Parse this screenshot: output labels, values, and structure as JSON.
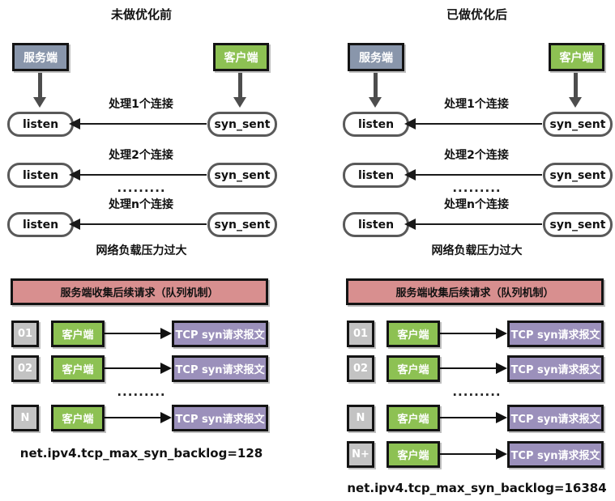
{
  "colors": {
    "server_box": "#8996ab",
    "client_box": "#8dc153",
    "banner": "#d88f8f",
    "packet_box": "#9b90bb",
    "queue_num_box": "#c3c3c3",
    "pill_border": "#595959",
    "arrow_gray": "#4d4d4d",
    "arrow_black": "#1a1a1a"
  },
  "panels": {
    "before": {
      "title": "未做优化前",
      "server_label": "服务端",
      "client_label": "客户端",
      "state_rows": [
        {
          "left": "listen",
          "right": "syn_sent",
          "label": "处理1个连接"
        },
        {
          "left": "listen",
          "right": "syn_sent",
          "label": "处理2个连接"
        },
        {
          "left": "listen",
          "right": "syn_sent",
          "label": "处理n个连接"
        }
      ],
      "dots": ".........",
      "caption": "网络负载压力过大",
      "banner": "服务端收集后续请求（队列机制）",
      "queue_rows": [
        {
          "num": "01",
          "client": "客户端",
          "packet": "TCP syn请求报文"
        },
        {
          "num": "02",
          "client": "客户端",
          "packet": "TCP syn请求报文"
        },
        {
          "num": "N",
          "client": "客户端",
          "packet": "TCP syn请求报文"
        }
      ],
      "sysctl": "net.ipv4.tcp_max_syn_backlog=128"
    },
    "after": {
      "title": "已做优化后",
      "server_label": "服务端",
      "client_label": "客户端",
      "state_rows": [
        {
          "left": "listen",
          "right": "syn_sent",
          "label": "处理1个连接"
        },
        {
          "left": "listen",
          "right": "syn_sent",
          "label": "处理2个连接"
        },
        {
          "left": "listen",
          "right": "syn_sent",
          "label": "处理n个连接"
        }
      ],
      "dots": ".........",
      "caption": "网络负载压力过大",
      "banner": "服务端收集后续请求（队列机制）",
      "queue_rows": [
        {
          "num": "01",
          "client": "客户端",
          "packet": "TCP syn请求报文"
        },
        {
          "num": "02",
          "client": "客户端",
          "packet": "TCP syn请求报文"
        },
        {
          "num": "N",
          "client": "客户端",
          "packet": "TCP syn请求报文"
        },
        {
          "num": "N+",
          "client": "客户端",
          "packet": "TCP syn请求报文"
        }
      ],
      "sysctl": "net.ipv4.tcp_max_syn_backlog=16384"
    }
  }
}
